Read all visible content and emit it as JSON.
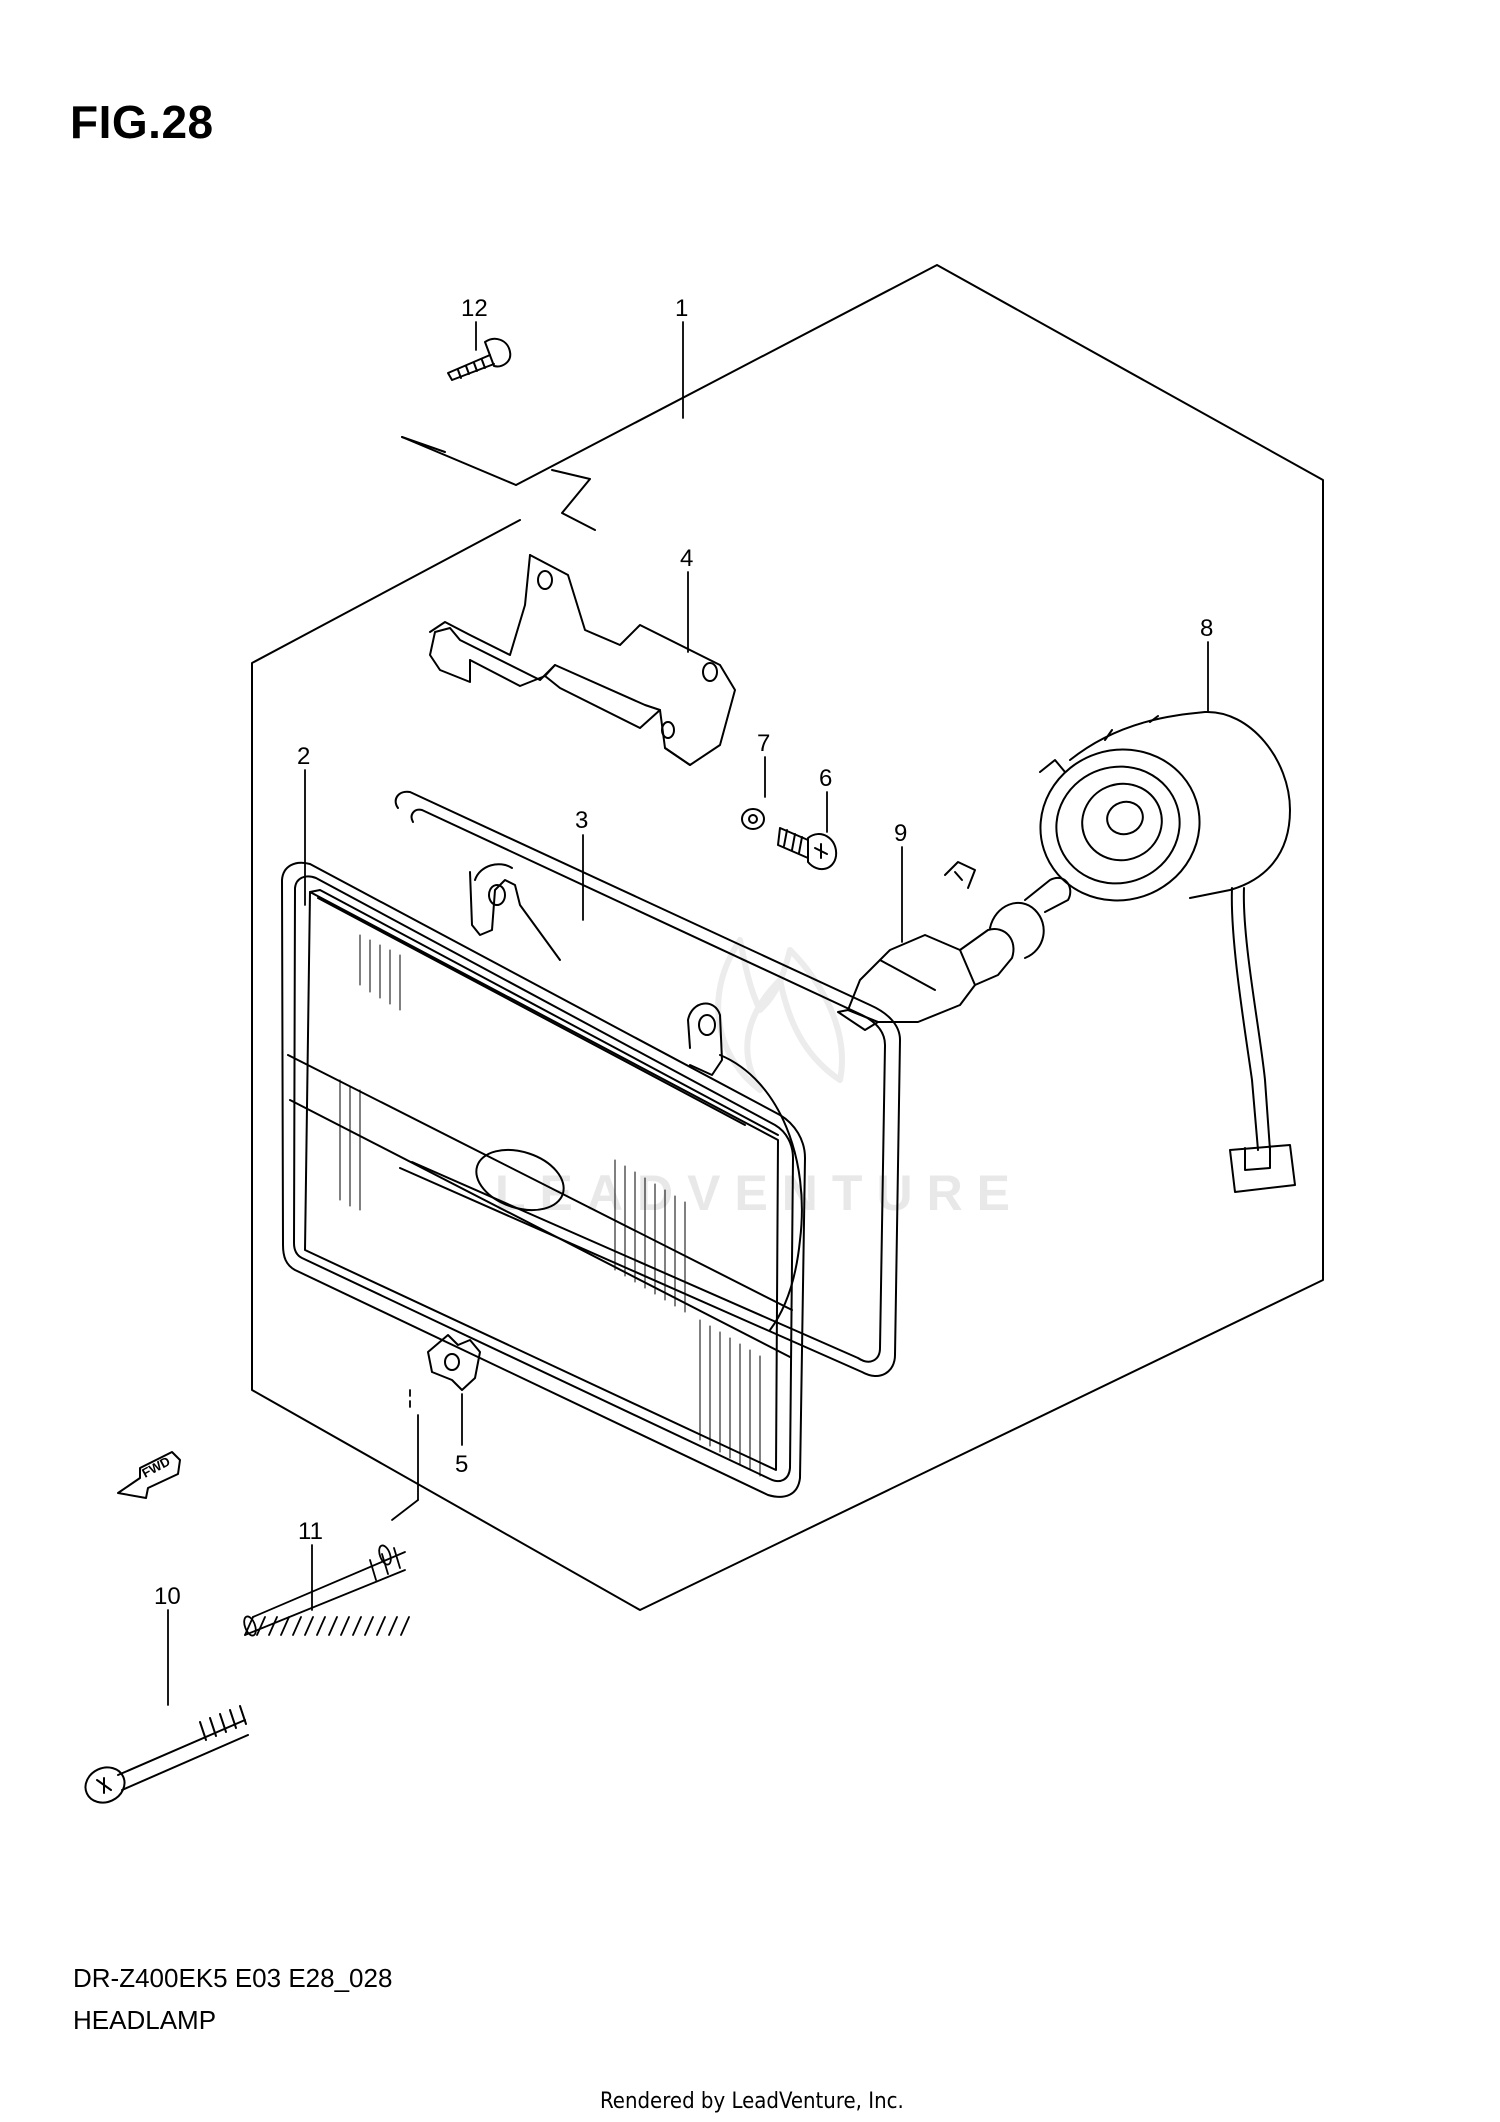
{
  "figure": {
    "title": "FIG.28",
    "model_code": "DR-Z400EK5 E03 E28_028",
    "part_name": "HEADLAMP",
    "credit": "Rendered by LeadVenture, Inc.",
    "watermark": "LEADVENTURE",
    "direction_marker": "FWD"
  },
  "callouts": [
    "1",
    "2",
    "3",
    "4",
    "5",
    "6",
    "7",
    "8",
    "9",
    "10",
    "11",
    "12"
  ],
  "colors": {
    "line": "#000000",
    "background": "#ffffff",
    "watermark": "#e8e8e8"
  }
}
